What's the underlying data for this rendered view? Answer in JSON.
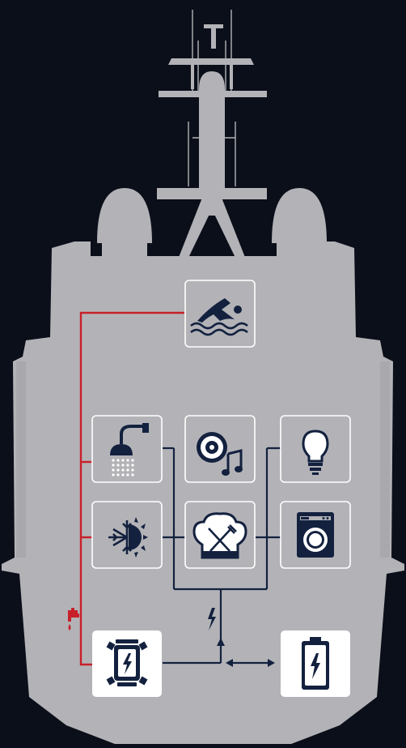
{
  "colors": {
    "background": "#0b0f1a",
    "hull": "#b3b3b7",
    "navy": "#13213f",
    "water_line": "#c8202a",
    "icon_box_fill": "#b3b3b7",
    "icon_box_stroke": "#ffffff",
    "source_box_fill": "#ffffff"
  },
  "nodes": [
    {
      "id": "pool",
      "icon": "swimmer-icon",
      "kind": "consumer"
    },
    {
      "id": "shower",
      "icon": "shower-icon",
      "kind": "consumer"
    },
    {
      "id": "media",
      "icon": "media-music-icon",
      "kind": "consumer"
    },
    {
      "id": "light",
      "icon": "lightbulb-icon",
      "kind": "consumer"
    },
    {
      "id": "climate",
      "icon": "heating-cooling-icon",
      "kind": "consumer"
    },
    {
      "id": "galley",
      "icon": "chef-hat-cutlery-icon",
      "kind": "consumer"
    },
    {
      "id": "laundry",
      "icon": "washing-machine-icon",
      "kind": "consumer"
    },
    {
      "id": "generator",
      "icon": "generator-icon",
      "kind": "source"
    },
    {
      "id": "battery",
      "icon": "battery-icon",
      "kind": "storage"
    }
  ],
  "links": {
    "water": [
      "pool",
      "shower",
      "climate",
      "generator"
    ],
    "power": [
      "media",
      "light",
      "galley",
      "laundry",
      "generator",
      "battery"
    ]
  },
  "markers": [
    "water-tap-icon",
    "lightning-icon",
    "bidirectional-arrow-icon"
  ]
}
